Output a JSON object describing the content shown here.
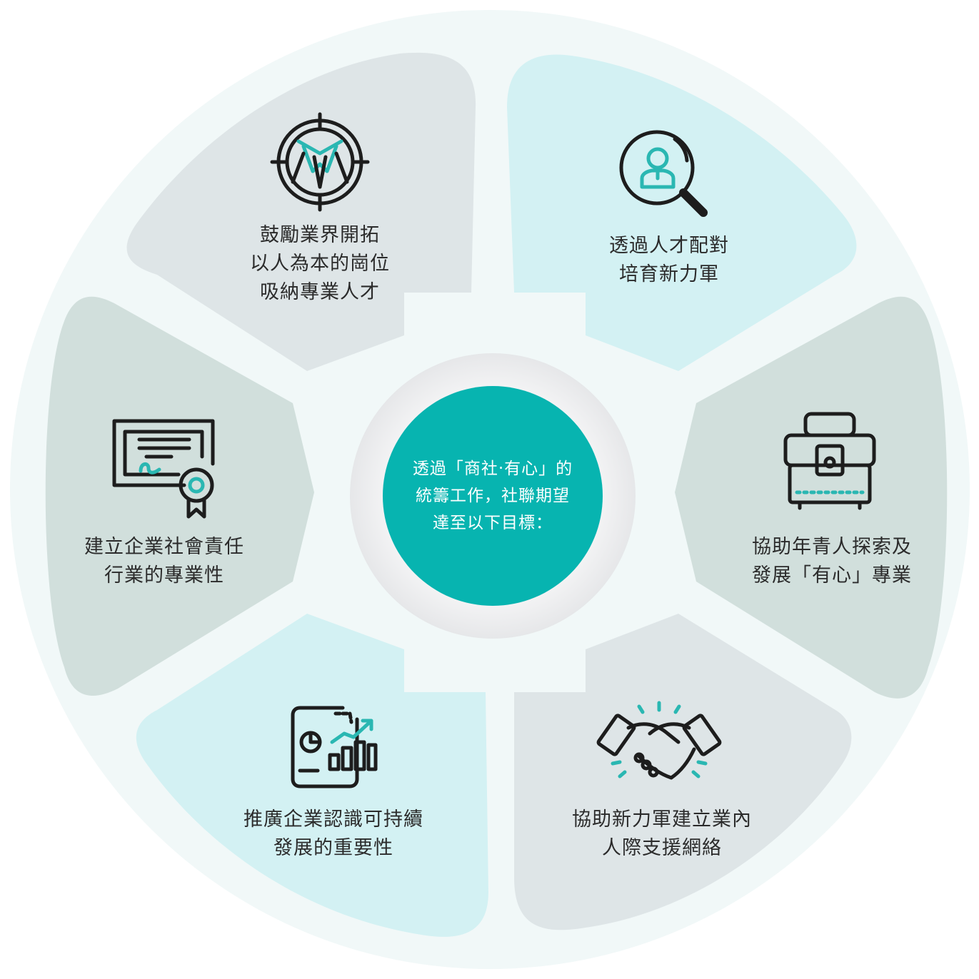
{
  "colors": {
    "outer_ring": "#f1f8f8",
    "segment_gray": "#dee5e7",
    "segment_cyan": "#d3f1f3",
    "segment_sage": "#d1dfdc",
    "center_halo": "#ececed",
    "center_fill": "#07b4b0",
    "icon_stroke": "#1d1d1d",
    "icon_accent": "#2ab7b2"
  },
  "center": {
    "lines": [
      "透過「商社‧有心」的",
      "統籌工作，社聯期望",
      "達至以下目標："
    ]
  },
  "segments": [
    {
      "id": "top-left",
      "icon": "target-employee-icon",
      "lines": [
        "鼓勵業界開拓",
        "以人為本的崗位",
        "吸納專業人才"
      ]
    },
    {
      "id": "top-right",
      "icon": "talent-search-icon",
      "lines": [
        "透過人才配對",
        "培育新力軍"
      ]
    },
    {
      "id": "right",
      "icon": "toolbox-icon",
      "lines": [
        "協助年青人探索及",
        "發展「有心」專業"
      ]
    },
    {
      "id": "bottom-right",
      "icon": "handshake-icon",
      "lines": [
        "協助新力軍建立業內",
        "人際支援網絡"
      ]
    },
    {
      "id": "bottom-left",
      "icon": "report-chart-icon",
      "lines": [
        "推廣企業認識可持續",
        "發展的重要性"
      ]
    },
    {
      "id": "left",
      "icon": "certificate-icon",
      "lines": [
        "建立企業社會責任",
        "行業的專業性"
      ]
    }
  ]
}
